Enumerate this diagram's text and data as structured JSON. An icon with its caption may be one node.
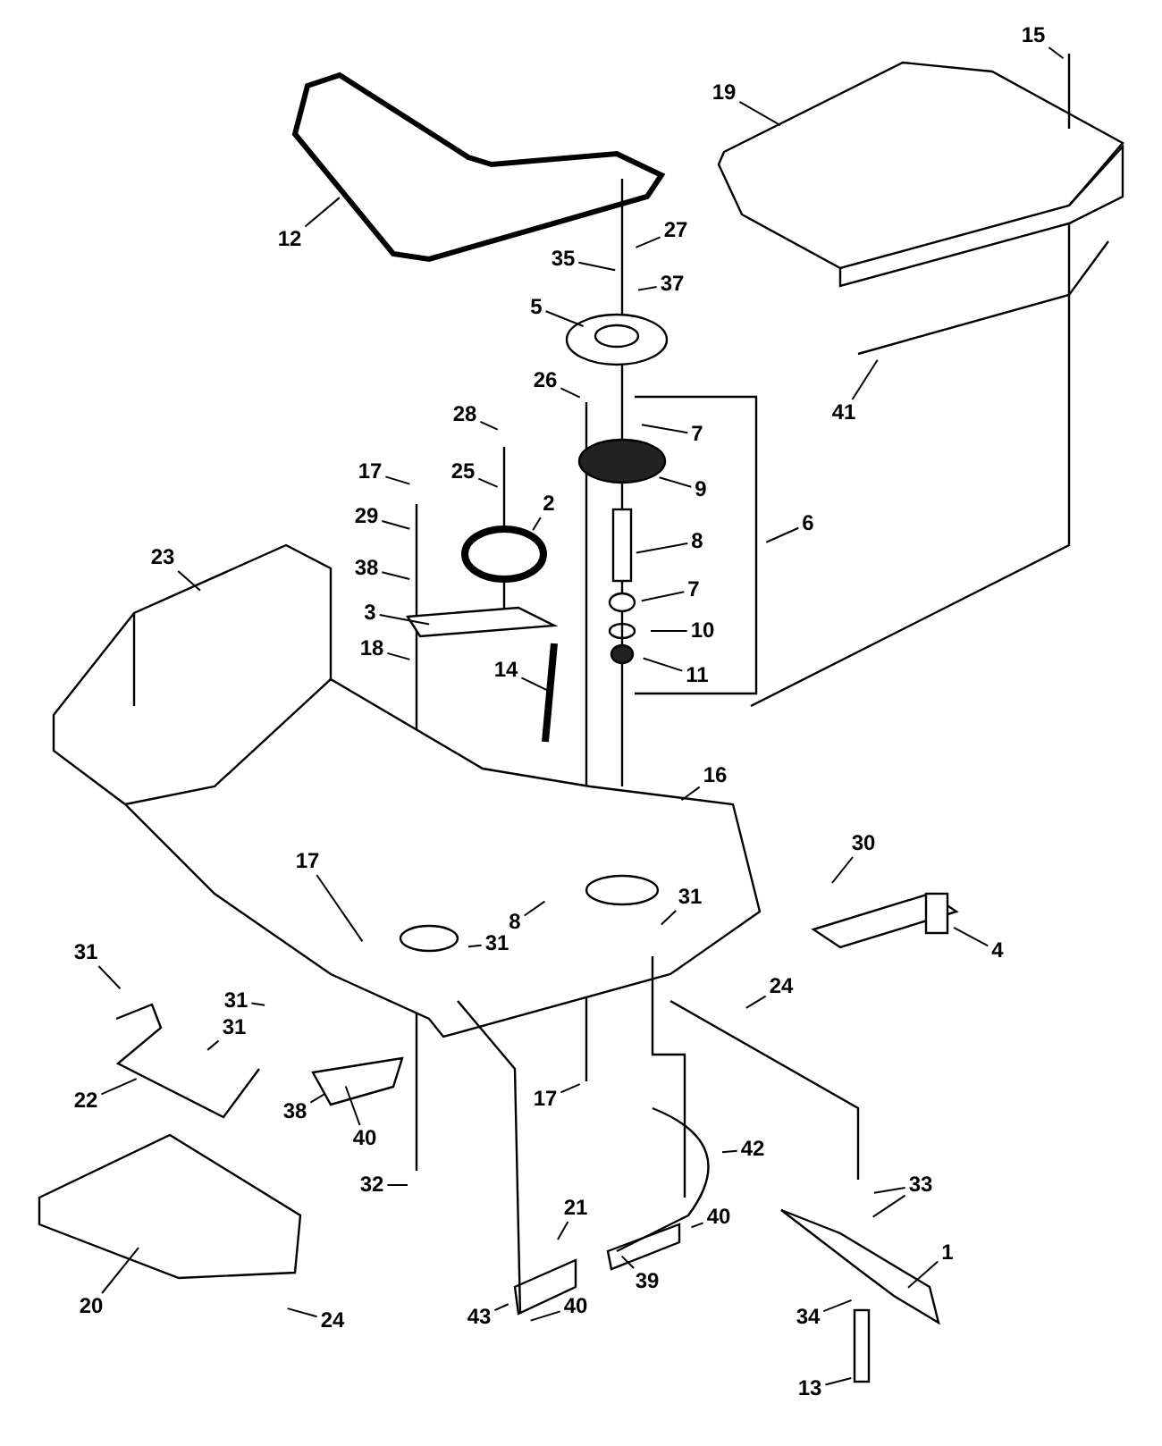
{
  "diagram": {
    "nodes": [
      {
        "text": [
          "15"
        ]
      },
      {
        "text": [
          "19"
        ]
      },
      {
        "text": [
          "12"
        ]
      },
      {
        "text": [
          "27"
        ]
      },
      {
        "text": [
          "35"
        ]
      },
      {
        "text": [
          "37"
        ]
      },
      {
        "text": [
          "5"
        ]
      },
      {
        "text": [
          "26"
        ]
      },
      {
        "text": [
          "41"
        ]
      },
      {
        "text": [
          "28"
        ]
      },
      {
        "text": [
          "7"
        ]
      },
      {
        "text": [
          "17"
        ]
      },
      {
        "text": [
          "25"
        ]
      },
      {
        "text": [
          "9"
        ]
      },
      {
        "text": [
          "2"
        ]
      },
      {
        "text": [
          "29"
        ]
      },
      {
        "text": [
          "6"
        ]
      },
      {
        "text": [
          "8"
        ]
      },
      {
        "text": [
          "23"
        ]
      },
      {
        "text": [
          "38"
        ]
      },
      {
        "text": [
          "7"
        ]
      },
      {
        "text": [
          "3"
        ]
      },
      {
        "text": [
          "10"
        ]
      },
      {
        "text": [
          "18"
        ]
      },
      {
        "text": [
          "14"
        ]
      },
      {
        "text": [
          "11"
        ]
      },
      {
        "text": [
          "16"
        ]
      },
      {
        "text": [
          "30"
        ]
      },
      {
        "text": [
          "17"
        ]
      },
      {
        "text": [
          "8"
        ]
      },
      {
        "text": [
          "31"
        ]
      },
      {
        "text": [
          "31"
        ]
      },
      {
        "text": [
          "4"
        ]
      },
      {
        "text": [
          "31"
        ]
      },
      {
        "text": [
          "24"
        ]
      },
      {
        "text": [
          "31"
        ]
      },
      {
        "text": [
          "31"
        ]
      },
      {
        "text": [
          "22"
        ]
      },
      {
        "text": [
          "17"
        ]
      },
      {
        "text": [
          "38"
        ]
      },
      {
        "text": [
          "40"
        ]
      },
      {
        "text": [
          "42"
        ]
      },
      {
        "text": [
          "33"
        ]
      },
      {
        "text": [
          "32"
        ]
      },
      {
        "text": [
          "21"
        ]
      },
      {
        "text": [
          "40"
        ]
      },
      {
        "text": [
          "1"
        ]
      },
      {
        "text": [
          "39"
        ]
      },
      {
        "text": [
          "40"
        ]
      },
      {
        "text": [
          "20"
        ]
      },
      {
        "text": [
          "43"
        ]
      },
      {
        "text": [
          "34"
        ]
      },
      {
        "text": [
          "24"
        ]
      },
      {
        "text": [
          "13"
        ]
      }
    ],
    "edges": [
      {
        "from": 0,
        "to": null,
        "arrow": "none"
      },
      {
        "from": 1,
        "to": null,
        "arrow": "none"
      },
      {
        "from": 2,
        "to": null,
        "arrow": "none"
      },
      {
        "from": 3,
        "to": null,
        "arrow": "none"
      },
      {
        "from": 4,
        "to": null,
        "arrow": "none"
      },
      {
        "from": 5,
        "to": null,
        "arrow": "none"
      },
      {
        "from": 6,
        "to": null,
        "arrow": "none"
      },
      {
        "from": 7,
        "to": null,
        "arrow": "none"
      },
      {
        "from": 8,
        "to": null,
        "arrow": "none"
      },
      {
        "from": 9,
        "to": null,
        "arrow": "none"
      },
      {
        "from": 10,
        "to": null,
        "arrow": "none"
      },
      {
        "from": 11,
        "to": null,
        "arrow": "none"
      },
      {
        "from": 12,
        "to": null,
        "arrow": "none"
      },
      {
        "from": 13,
        "to": null,
        "arrow": "none"
      },
      {
        "from": 14,
        "to": null,
        "arrow": "none"
      },
      {
        "from": 15,
        "to": null,
        "arrow": "none"
      },
      {
        "from": 16,
        "to": null,
        "arrow": "none"
      },
      {
        "from": 17,
        "to": null,
        "arrow": "none"
      },
      {
        "from": 18,
        "to": null,
        "arrow": "none"
      },
      {
        "from": 19,
        "to": null,
        "arrow": "none"
      },
      {
        "from": 20,
        "to": null,
        "arrow": "none"
      },
      {
        "from": 21,
        "to": null,
        "arrow": "none"
      },
      {
        "from": 22,
        "to": null,
        "arrow": "none"
      },
      {
        "from": 23,
        "to": null,
        "arrow": "none"
      },
      {
        "from": 24,
        "to": null,
        "arrow": "none"
      },
      {
        "from": 25,
        "to": null,
        "arrow": "none"
      },
      {
        "from": 26,
        "to": null,
        "arrow": "none"
      },
      {
        "from": 27,
        "to": null,
        "arrow": "none"
      },
      {
        "from": 28,
        "to": null,
        "arrow": "none"
      },
      {
        "from": 29,
        "to": null,
        "arrow": "none"
      },
      {
        "from": 30,
        "to": null,
        "arrow": "none"
      },
      {
        "from": 31,
        "to": null,
        "arrow": "none"
      },
      {
        "from": 32,
        "to": null,
        "arrow": "none"
      },
      {
        "from": 33,
        "to": null,
        "arrow": "none"
      },
      {
        "from": 34,
        "to": null,
        "arrow": "none"
      },
      {
        "from": 35,
        "to": null,
        "arrow": "none"
      },
      {
        "from": 36,
        "to": null,
        "arrow": "none"
      },
      {
        "from": 37,
        "to": null,
        "arrow": "none"
      },
      {
        "from": 38,
        "to": null,
        "arrow": "none"
      },
      {
        "from": 39,
        "to": null,
        "arrow": "none"
      },
      {
        "from": 40,
        "to": null,
        "arrow": "none"
      },
      {
        "from": 41,
        "to": null,
        "arrow": "none"
      },
      {
        "from": 42,
        "to": null,
        "arrow": "none"
      },
      {
        "from": 43,
        "to": null,
        "arrow": "none"
      },
      {
        "from": 44,
        "to": null,
        "arrow": "none"
      },
      {
        "from": 45,
        "to": null,
        "arrow": "none"
      },
      {
        "from": 46,
        "to": null,
        "arrow": "none"
      },
      {
        "from": 47,
        "to": null,
        "arrow": "none"
      },
      {
        "from": 48,
        "to": null,
        "arrow": "none"
      },
      {
        "from": 49,
        "to": null,
        "arrow": "none"
      },
      {
        "from": 50,
        "to": null,
        "arrow": "none"
      },
      {
        "from": 51,
        "to": null,
        "arrow": "none"
      },
      {
        "from": 52,
        "to": null,
        "arrow": "none"
      },
      {
        "from": 53,
        "to": null,
        "arrow": "none"
      },
      {
        "from": 42,
        "to": null,
        "arrow": "none"
      }
    ]
  }
}
